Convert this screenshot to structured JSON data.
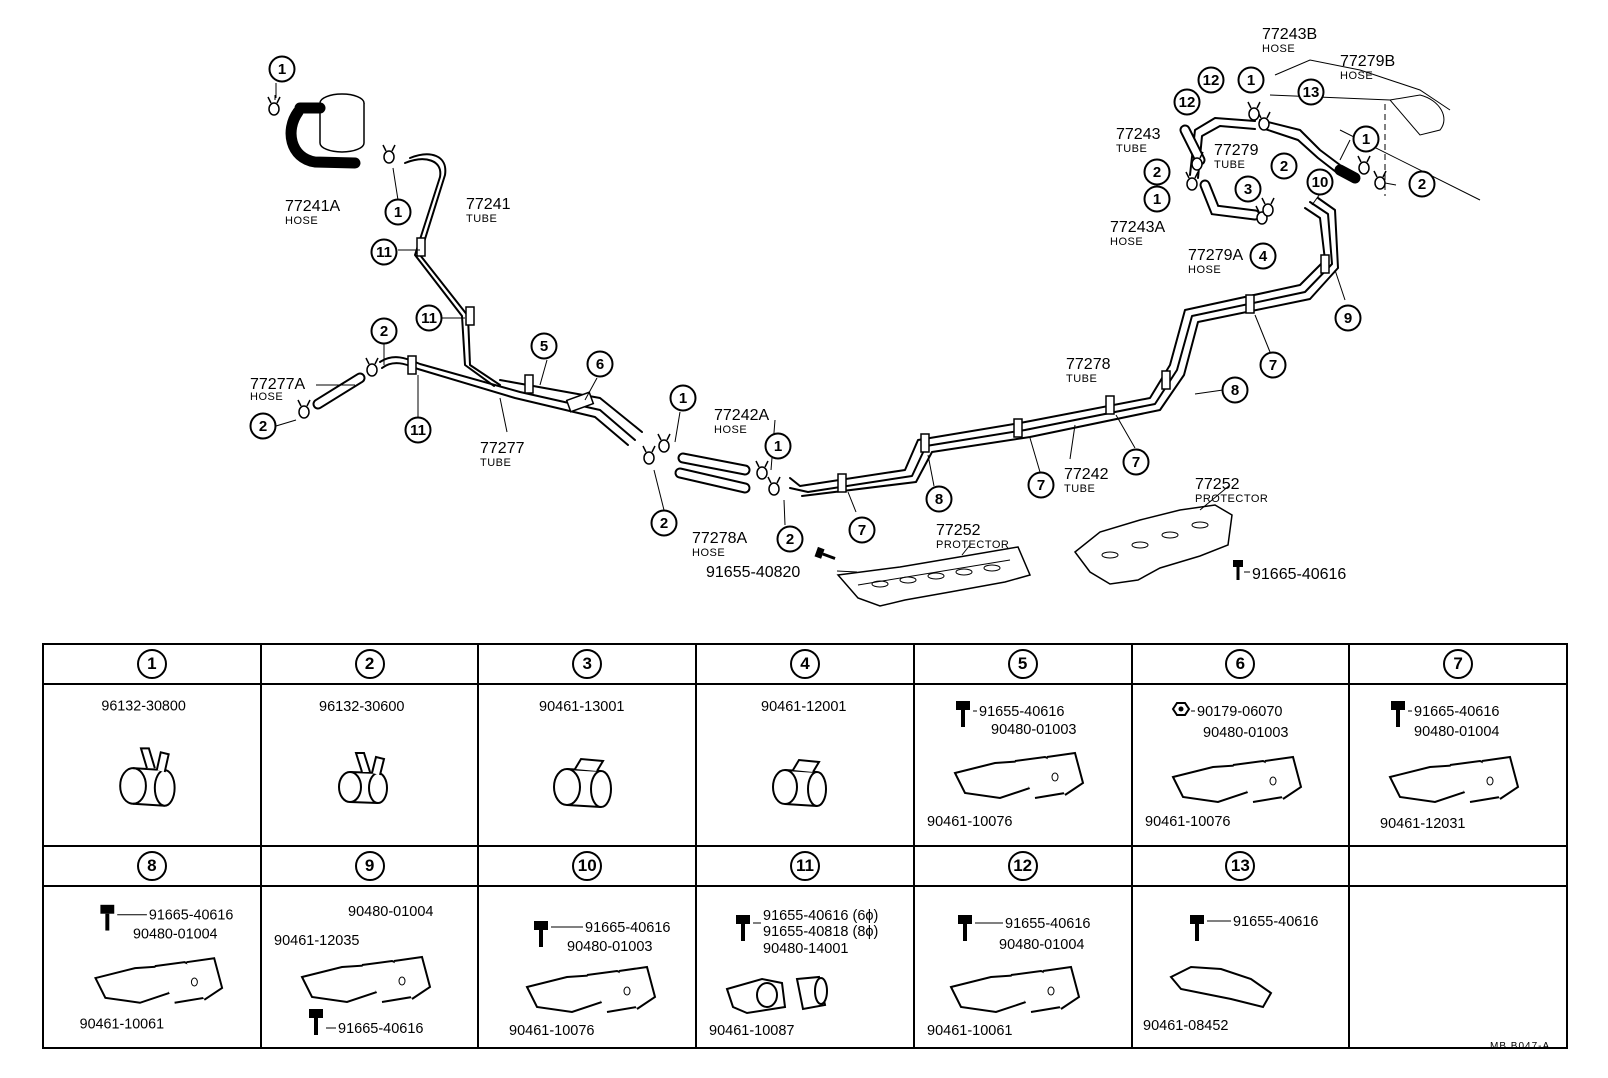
{
  "callouts": {
    "c1": "1",
    "c2": "2",
    "c3": "3",
    "c4": "4",
    "c5": "5",
    "c6": "6",
    "c7": "7",
    "c8": "8",
    "c9": "9",
    "c10": "10",
    "c11": "11",
    "c12": "12",
    "c13": "13"
  },
  "parts": {
    "p77241A": "77241A",
    "p77241": "77241",
    "p77277A": "77277A",
    "p77277": "77277",
    "p77242A": "77242A",
    "p77278A": "77278A",
    "p77278": "77278",
    "p77242": "77242",
    "p77252": "77252",
    "p77243B": "77243B",
    "p77279B": "77279B",
    "p77243": "77243",
    "p77279": "77279",
    "p77243A": "77243A",
    "p77279A": "77279A",
    "p91655_40820": "91655-40820",
    "p91665_40616": "91665-40616"
  },
  "types": {
    "hose": "HOSE",
    "tube": "TUBE",
    "protector": "PROTECTOR"
  },
  "table": {
    "headers": [
      "1",
      "2",
      "3",
      "4",
      "5",
      "6",
      "7",
      "8",
      "9",
      "10",
      "11",
      "12",
      "13",
      ""
    ],
    "c1": {
      "a": "96132-30800"
    },
    "c2": {
      "a": "96132-30600"
    },
    "c3": {
      "a": "90461-13001"
    },
    "c4": {
      "a": "90461-12001"
    },
    "c5": {
      "bolt": "91655-40616",
      "grommet": "90480-01003",
      "clamp": "90461-10076"
    },
    "c6": {
      "nut": "90179-06070",
      "grommet": "90480-01003",
      "clamp": "90461-10076"
    },
    "c7": {
      "bolt": "91665-40616",
      "grommet": "90480-01004",
      "clamp": "90461-12031"
    },
    "c8": {
      "bolt": "91665-40616",
      "grommet": "90480-01004",
      "clamp": "90461-10061"
    },
    "c9": {
      "grommet": "90480-01004",
      "clamp": "90461-12035",
      "bolt": "91665-40616"
    },
    "c10": {
      "bolt": "91665-40616",
      "grommet": "90480-01003",
      "clamp": "90461-10076"
    },
    "c11": {
      "bolt1": "91655-40616 (6ϕ)",
      "bolt2": "91655-40818 (8ϕ)",
      "grommet": "90480-14001",
      "clamp": "90461-10087"
    },
    "c12": {
      "bolt": "91655-40616",
      "grommet": "90480-01004",
      "clamp": "90461-10061"
    },
    "c13": {
      "bolt": "91655-40616",
      "clamp": "90461-08452"
    }
  },
  "footer": {
    "code": "MB B047-A"
  }
}
